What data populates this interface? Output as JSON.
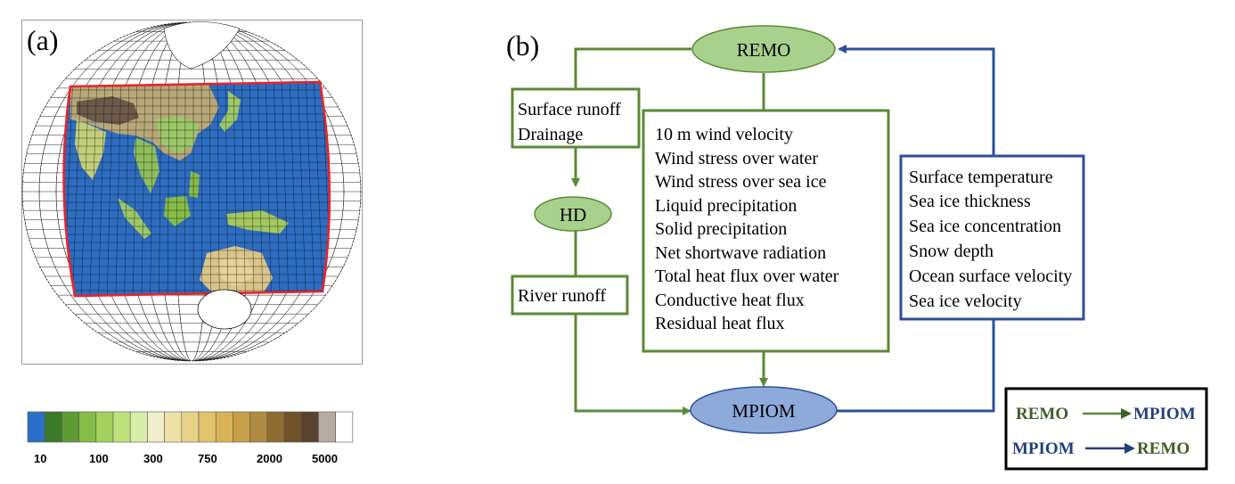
{
  "panel_a": {
    "label": "(a)",
    "colorbar": {
      "ticks": [
        "10",
        "100",
        "300",
        "750",
        "2000",
        "5000"
      ],
      "colors": [
        "#2b6fc8",
        "#3a7a2a",
        "#5f9b34",
        "#86bc48",
        "#a4d160",
        "#bde27a",
        "#d9ecaa",
        "#f1eecc",
        "#eee1a6",
        "#e8d287",
        "#e2c36c",
        "#d9b254",
        "#c8a04a",
        "#b08a40",
        "#8f6c34",
        "#70522a",
        "#5a4230",
        "#b5aba3",
        "#ffffff"
      ]
    }
  },
  "panel_b": {
    "label": "(b)",
    "nodes": {
      "remo": "REMO",
      "hd": "HD",
      "mpiom": "MPIOM"
    },
    "boxes": {
      "runoff_top": [
        "Surface runoff",
        "Drainage"
      ],
      "river_runoff": "River runoff",
      "remo_to_mpiom": [
        "10 m wind velocity",
        "Wind stress over water",
        "Wind stress over sea ice",
        "Liquid precipitation",
        "Solid precipitation",
        "Net shortwave radiation",
        "Total heat flux over water",
        "Conductive heat flux",
        "Residual heat flux"
      ],
      "mpiom_to_remo": [
        "Surface temperature",
        "Sea ice thickness",
        "Sea ice concentration",
        "Snow depth",
        "Ocean surface velocity",
        "Sea ice velocity"
      ]
    },
    "legend": {
      "row1_from": "REMO",
      "row1_to": "MPIOM",
      "row2_from": "MPIOM",
      "row2_to": "REMO"
    },
    "colors": {
      "green": "#5b8a35",
      "blue": "#2d4f97",
      "node_green": "#a9d18e",
      "node_blue": "#8eaadb",
      "legend_green": "#3d5f27",
      "legend_blue": "#233f7a"
    }
  }
}
